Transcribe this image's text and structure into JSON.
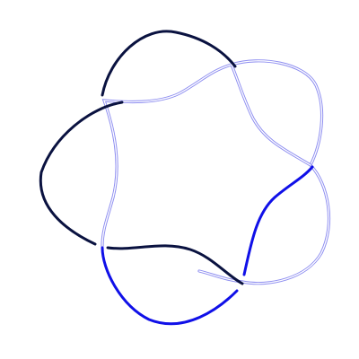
{
  "diagram": {
    "type": "knot",
    "description_free": true,
    "colors": {
      "background": "#ffffff",
      "navy": "#0a1240",
      "blue": "#1010e8",
      "light_blue": "#8c8cf0"
    },
    "strands": [
      {
        "name": "upper-arc",
        "style": "solid",
        "color": "navy"
      },
      {
        "name": "left-arc",
        "style": "solid",
        "color": "navy"
      },
      {
        "name": "lower-inner-arc",
        "style": "solid",
        "color": "navy"
      },
      {
        "name": "bottom-arc",
        "style": "solid",
        "color": "blue"
      },
      {
        "name": "right-inner-arc",
        "style": "solid",
        "color": "blue"
      },
      {
        "name": "inner-star-loop",
        "style": "double",
        "color": "light_blue"
      }
    ]
  }
}
